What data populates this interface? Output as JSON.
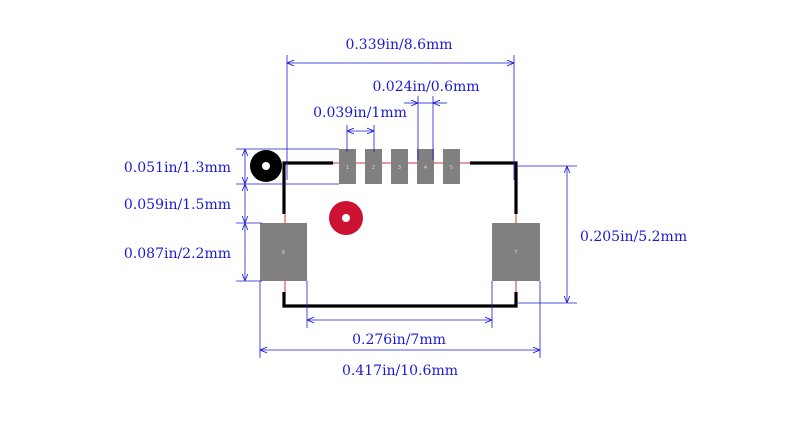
{
  "colors": {
    "pad": "#808080",
    "silkscreen": "#000000",
    "outline": "#cc0000",
    "dimension": "#1a1ad6",
    "marker_pin1": "#000000",
    "marker_origin": "#cc1133"
  },
  "icons": {
    "pin1_marker": "pin1-marker-icon",
    "origin_marker": "origin-marker-icon"
  },
  "dimensions": {
    "overall_width": "0.339in/8.6mm",
    "pad_width": "0.024in/0.6mm",
    "pitch": "0.039in/1mm",
    "signal_pad_height": "0.051in/1.3mm",
    "pad_gap": "0.059in/1.5mm",
    "mount_pad_height": "0.087in/2.2mm",
    "body_height": "0.205in/5.2mm",
    "mount_inner_span": "0.276in/7mm",
    "mount_outer_span": "0.417in/10.6mm"
  },
  "pads": {
    "signal": [
      "1",
      "2",
      "3",
      "4",
      "5"
    ],
    "mount_left": "6",
    "mount_right": "7"
  }
}
